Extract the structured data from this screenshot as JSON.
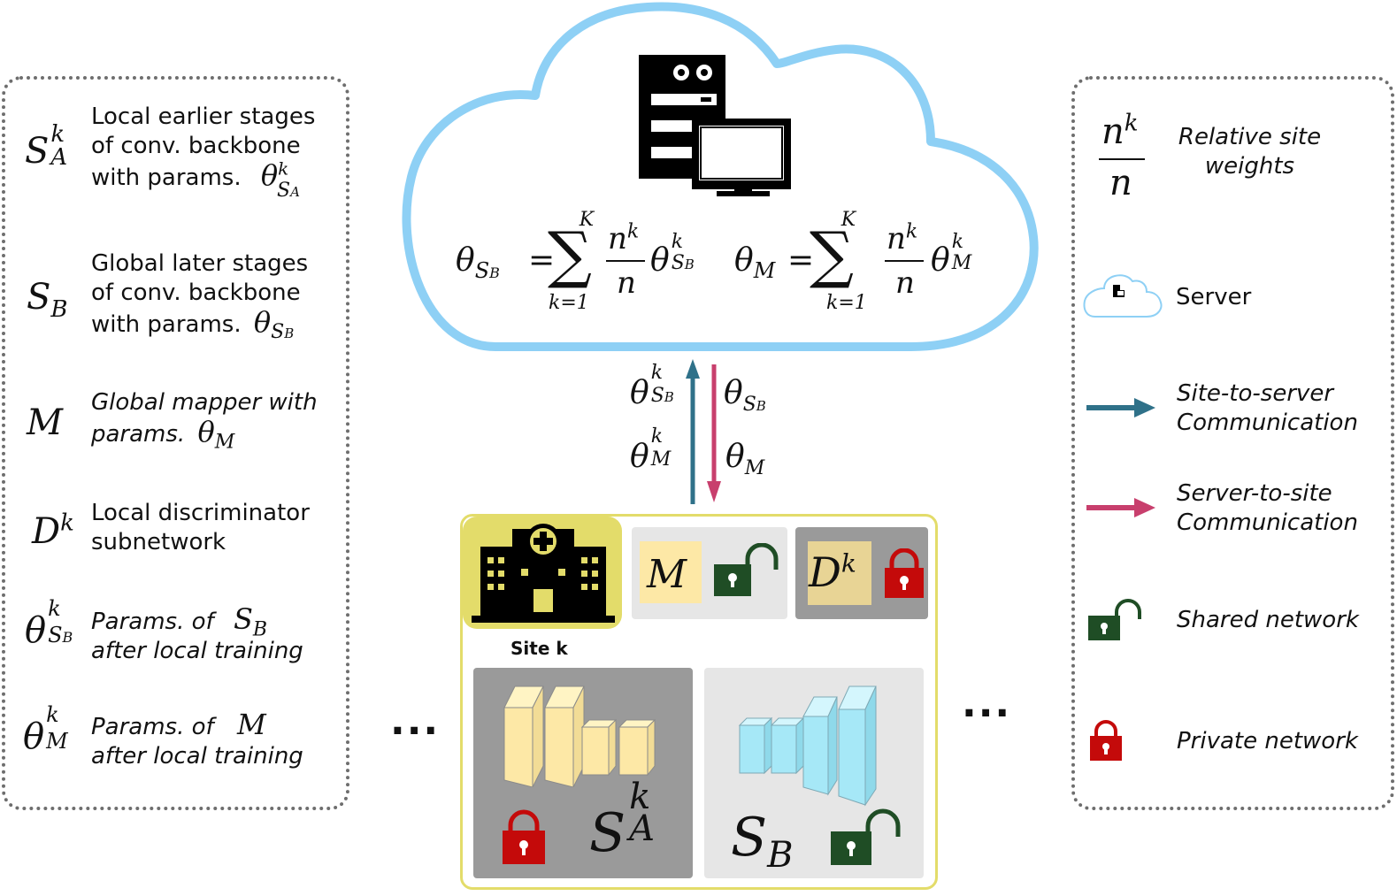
{
  "left_legend": {
    "items": [
      {
        "symbol": "S",
        "symbol_sup": "k",
        "symbol_sub": "A",
        "lines": [
          "Local earlier stages",
          "of conv. backbone",
          "with params."
        ],
        "param_base": "θ",
        "param_sup": "k",
        "param_sub": "S",
        "param_subsub": "A"
      },
      {
        "symbol": "S",
        "symbol_sub": "B",
        "lines": [
          "Global later stages",
          "of conv. backbone",
          "with params."
        ],
        "param_base": "θ",
        "param_sub": "S",
        "param_subsub": "B"
      },
      {
        "symbol": "M",
        "lines": [
          "Global mapper with",
          "params."
        ],
        "param_base": "θ",
        "param_sub": "M"
      },
      {
        "symbol": "D",
        "symbol_sup": "k",
        "lines": [
          "Local discriminator",
          "subnetwork"
        ]
      },
      {
        "symbol": "θ",
        "symbol_sup": "k",
        "symbol_sub": "S",
        "symbol_subsub": "B",
        "lines_prefix": "Params. of",
        "lines_ref": "S",
        "lines_ref_sub": "B",
        "line2": "after local training"
      },
      {
        "symbol": "θ",
        "symbol_sup": "k",
        "symbol_sub": "M",
        "lines_prefix": "Params. of",
        "lines_ref": "M",
        "line2": "after local training"
      }
    ]
  },
  "server": {
    "eq1": {
      "lhs": "θ",
      "lhs_sub": "S",
      "lhs_subsub": "B",
      "eq": "=",
      "sum_top": "K",
      "sum": "∑",
      "sum_bottom": "k=1",
      "frac_num": "n",
      "frac_num_sup": "k",
      "frac_den": "n",
      "rhs": "θ",
      "rhs_sup": "k",
      "rhs_sub": "S",
      "rhs_subsub": "B"
    },
    "eq2": {
      "lhs": "θ",
      "lhs_sub": "M",
      "eq": "=",
      "sum_top": "K",
      "sum": "∑",
      "sum_bottom": "k=1",
      "frac_num": "n",
      "frac_num_sup": "k",
      "frac_den": "n",
      "rhs": "θ",
      "rhs_sup": "k",
      "rhs_sub": "M"
    }
  },
  "communication": {
    "up_labels": [
      {
        "base": "θ",
        "sup": "k",
        "sub": "S",
        "subsub": "B"
      },
      {
        "base": "θ",
        "sup": "k",
        "sub": "M"
      }
    ],
    "down_labels": [
      {
        "base": "θ",
        "sub": "S",
        "subsub": "B"
      },
      {
        "base": "θ",
        "sub": "M"
      }
    ]
  },
  "site": {
    "label": "Site k",
    "mapper": {
      "symbol": "M"
    },
    "discriminator": {
      "symbol": "D",
      "sup": "k"
    },
    "sa": {
      "symbol": "S",
      "sup": "k",
      "sub": "A"
    },
    "sb": {
      "symbol": "S",
      "sub": "B"
    },
    "ellipsis_left": "...",
    "ellipsis_right": "..."
  },
  "right_legend": {
    "weights": {
      "num": "n",
      "num_sup": "k",
      "den": "n",
      "lines": [
        "Relative site",
        "weights"
      ]
    },
    "server_label": "Server",
    "site_to_server": [
      "Site-to-server",
      "Communication"
    ],
    "server_to_site": [
      "Server-to-site",
      "Communication"
    ],
    "shared": "Shared network",
    "private": "Private network"
  },
  "colors": {
    "cloud": "#8ed0f5",
    "site_to_server": "#2f7189",
    "server_to_site": "#c83f6d",
    "site_border": "#e3dc6a",
    "shared_lock": "#1f4d25",
    "private_lock": "#c40a0a",
    "yellow_block": "#fde8a6",
    "cyan_block": "#a6e8f7"
  }
}
